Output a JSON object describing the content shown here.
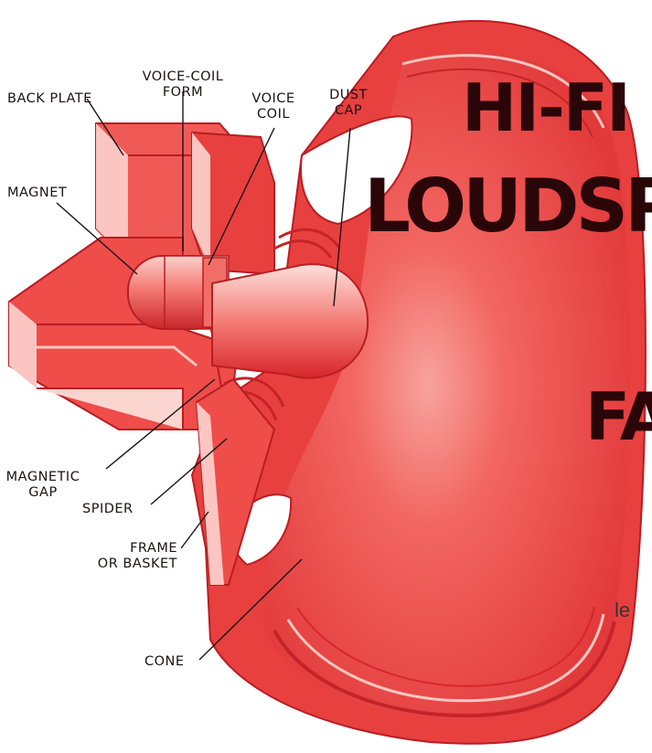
{
  "colors": {
    "cone": "#f0504e",
    "deep": "#d8262a",
    "light": "#fbc6c1",
    "shadow": "#b91d22",
    "ink": "#1a1414"
  },
  "title": {
    "line1": "HI-FI",
    "line2": "LOUDSP",
    "line3": "FA"
  },
  "fragment": "le",
  "labels": {
    "back_plate": "BACK PLATE",
    "voice_coil_form_1": "VOICE-COIL",
    "voice_coil_form_2": "FORM",
    "voice_coil_1": "VOICE",
    "voice_coil_2": "COIL",
    "dust_cap_1": "DUST",
    "dust_cap_2": "CAP",
    "magnet": "MAGNET",
    "magnetic_gap_1": "MAGNETIC",
    "magnetic_gap_2": "GAP",
    "spider": "SPIDER",
    "frame_1": "FRAME",
    "frame_2": "OR BASKET",
    "cone": "CONE"
  }
}
